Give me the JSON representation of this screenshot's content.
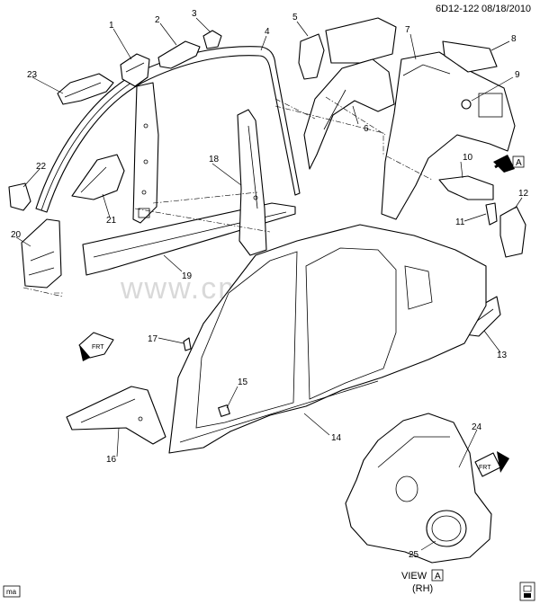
{
  "header": {
    "code": "6D12-122",
    "date": "08/18/2010"
  },
  "watermark": "www.cmsklad.ru",
  "footer": {
    "corner_tag": "ma",
    "view_label": "VIEW",
    "view_letter": "A",
    "view_side": "(RH)"
  },
  "callouts": [
    "1",
    "2",
    "3",
    "4",
    "5",
    "6",
    "7",
    "8",
    "9",
    "10",
    "11",
    "12",
    "13",
    "14",
    "15",
    "16",
    "17",
    "18",
    "19",
    "20",
    "21",
    "22",
    "23",
    "24",
    "25"
  ],
  "arrows": {
    "view_a_letter": "A",
    "front_text": "FRT"
  },
  "colors": {
    "ink": "#000000",
    "paper": "#ffffff",
    "watermark": "#d9d9d9"
  }
}
